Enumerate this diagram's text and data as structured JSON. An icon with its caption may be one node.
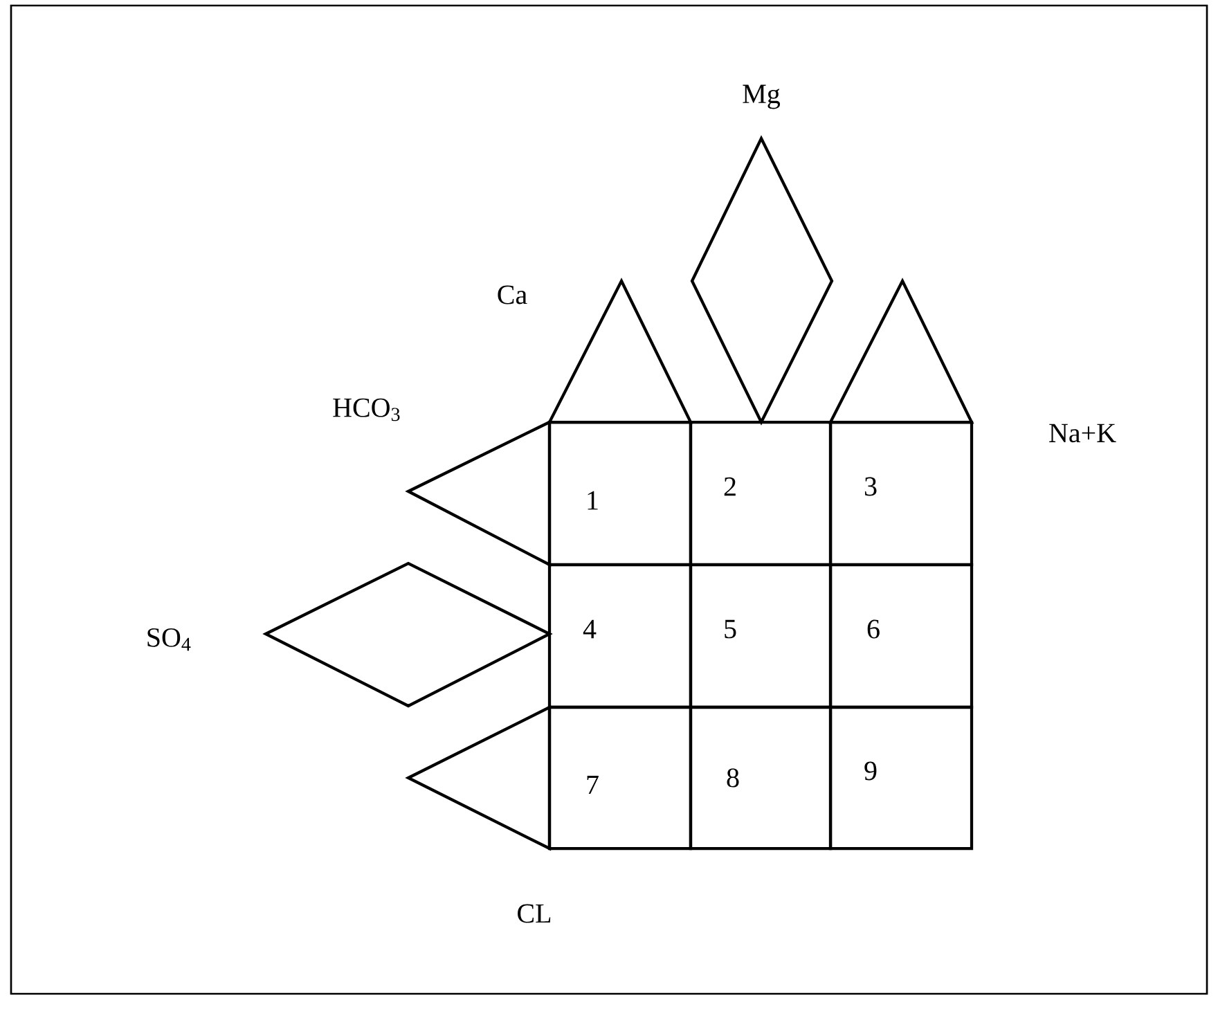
{
  "diagram": {
    "nodes": [
      {
        "text": [
          "Mg"
        ]
      },
      {
        "text": [
          "Ca"
        ]
      },
      {
        "text": [
          "HCO$_{3}$"
        ]
      },
      {
        "text": [
          "Na+K"
        ]
      },
      {
        "text": [
          "1"
        ]
      },
      {
        "text": [
          "2"
        ]
      },
      {
        "text": [
          "3"
        ]
      },
      {
        "text": [
          "SO$_{4}$"
        ]
      },
      {
        "text": [
          "4"
        ]
      },
      {
        "text": [
          "5"
        ]
      },
      {
        "text": [
          "6"
        ]
      },
      {
        "text": [
          "7"
        ]
      },
      {
        "text": [
          "8"
        ]
      },
      {
        "text": [
          "9"
        ]
      },
      {
        "text": [
          "CL"
        ]
      }
    ]
  }
}
